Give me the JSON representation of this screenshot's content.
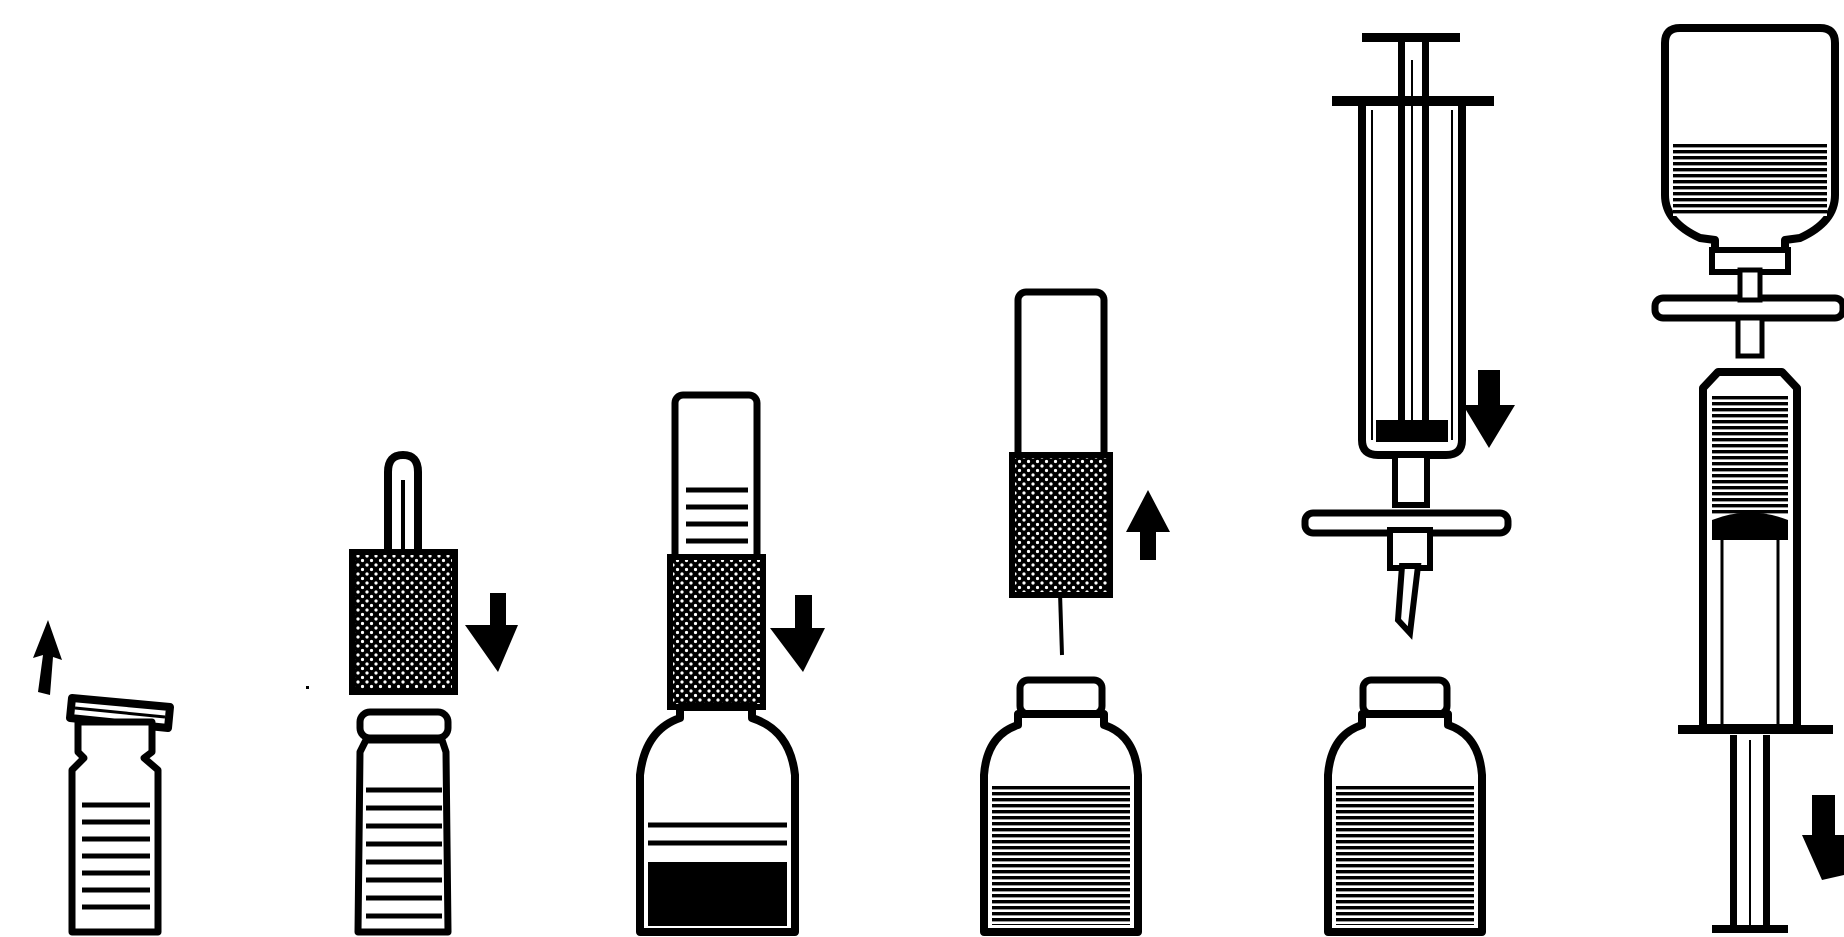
{
  "colors": {
    "ink": "#000000",
    "paper": "#ffffff"
  },
  "steps": [
    {
      "name": "open-vial-cap",
      "arrow": "up",
      "fill": "horizontal-lines"
    },
    {
      "name": "attach-transfer-device",
      "arrow": "down",
      "fill": "horizontal-lines"
    },
    {
      "name": "press-onto-diluent-bottle",
      "arrow": "down",
      "fill": "solid-band"
    },
    {
      "name": "remove-device",
      "arrow": "up",
      "fill": "dense-lines"
    },
    {
      "name": "syringe-with-needle",
      "arrow": "down",
      "fill": "dense-lines"
    },
    {
      "name": "inverted-vial-with-syringe",
      "arrow": "down",
      "fill": "dense-lines"
    }
  ]
}
